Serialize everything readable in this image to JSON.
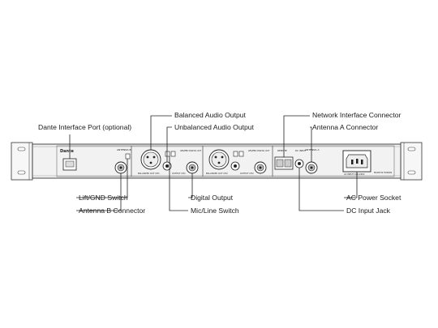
{
  "callouts": {
    "balanced_audio_output": "Balanced Audio Output",
    "unbalanced_audio_output": "Unbalanced Audio Output",
    "dante_interface_port": "Dante Interface Port (optional)",
    "network_interface_connector": "Network Interface Connector",
    "antenna_a_connector": "Antenna A Connector",
    "lift_gnd_switch": "Lift/GND Switch",
    "antenna_b_connector": "Antenna B Connector",
    "digital_output": "Digital Output",
    "mic_line_switch": "Mic/Line Switch",
    "ac_power_socket": "AC Power Socket",
    "dc_input_jack": "DC Input Jack"
  },
  "panel_labels": {
    "dante_logo": "Dante",
    "antenna_b": "ANTENNA B",
    "antenna_a": "ANTENNA A",
    "balanced_out_1": "BALANCED OUT CH1",
    "balanced_out_2": "BALANCED OUT CH2",
    "output_1": "OUTPUT CH1",
    "output_2": "OUTPUT CH2",
    "digital_out_1": "AES/EBU DIGITAL OUT",
    "digital_out_2": "AES/EBU DIGITAL OUT",
    "remote": "REMOTE",
    "dc_input": "DC INPUT",
    "ac_input": "AC INPUT 100-240V",
    "made_in": "MADE IN TAIWAN"
  }
}
